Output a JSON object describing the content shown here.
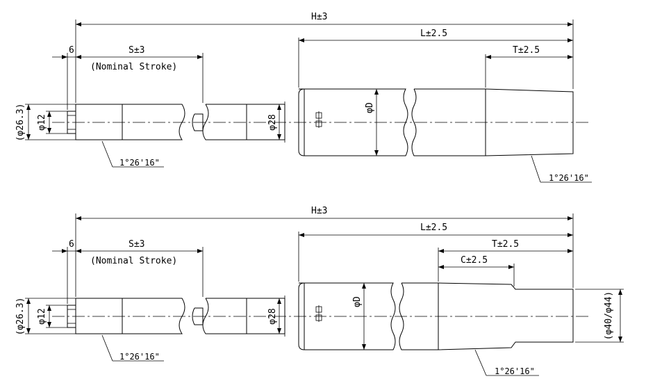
{
  "top_drawing": {
    "overall_length": "H±3",
    "rod_offset": "6",
    "stroke": "S±3",
    "stroke_note": "(Nominal Stroke)",
    "body_length": "L±2.5",
    "taper_length": "T±2.5",
    "end_dia_ref": "(φ26.3)",
    "rod_dia": "φ12",
    "rod_end_dia": "φ28",
    "body_dia": "φD",
    "taper_left": "1°26'16\"",
    "taper_right": "1°26'16\""
  },
  "bottom_drawing": {
    "overall_length": "H±3",
    "rod_offset": "6",
    "stroke": "S±3",
    "stroke_note": "(Nominal Stroke)",
    "body_length": "L±2.5",
    "taper_length": "T±2.5",
    "cone_length": "C±2.5",
    "end_dia_ref": "(φ26.3)",
    "rod_dia": "φ12",
    "rod_end_dia": "φ28",
    "body_dia": "φD",
    "tip_dia": "(φ40/φ44)",
    "taper_left": "1°26'16\"",
    "taper_right": "1°26'16\""
  }
}
